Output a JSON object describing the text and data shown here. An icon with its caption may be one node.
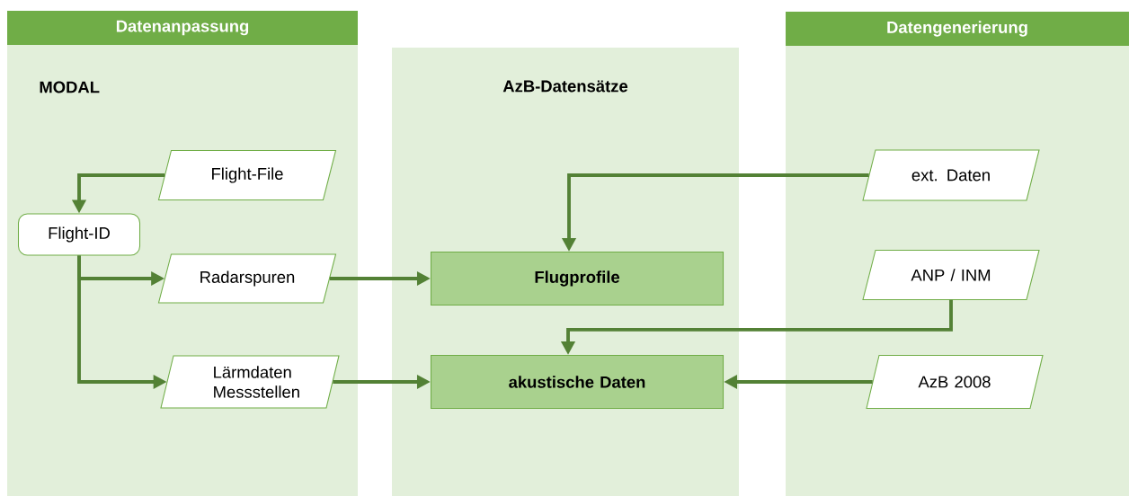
{
  "diagram": {
    "nodes": [
      {
        "text": [
          "Datenanpassung",
          "MODAL"
        ]
      },
      {
        "text": [
          "AzB-Datensätze"
        ]
      },
      {
        "text": [
          "Datengenerierung"
        ]
      },
      {
        "text": [
          "Flight-File"
        ],
        "in": 0
      },
      {
        "text": [
          "Flight-ID"
        ],
        "in": 0
      },
      {
        "text": [
          "Radarspuren"
        ],
        "in": 0
      },
      {
        "text": [
          "Lärmdaten Messstellen"
        ],
        "in": 0
      },
      {
        "text": [
          "Flugprofile"
        ],
        "in": 1
      },
      {
        "text": [
          "akustische Daten"
        ],
        "in": 1
      },
      {
        "text": [
          "ext. Daten"
        ],
        "in": 2
      },
      {
        "text": [
          "ANP / INM"
        ],
        "in": 2
      },
      {
        "text": [
          "AzB 2008"
        ],
        "in": 2
      }
    ],
    "edges": [
      {
        "from": 3,
        "to": 4,
        "arrow": "to"
      },
      {
        "from": 4,
        "to": 5,
        "arrow": "to"
      },
      {
        "from": 4,
        "to": 6,
        "arrow": "to"
      },
      {
        "from": 5,
        "to": 7,
        "arrow": "to"
      },
      {
        "from": 6,
        "to": 8,
        "arrow": "to"
      },
      {
        "from": 9,
        "to": 7,
        "arrow": "to"
      },
      {
        "from": 10,
        "to": 8,
        "arrow": "to"
      },
      {
        "from": 11,
        "to": 8,
        "arrow": "to"
      }
    ]
  }
}
